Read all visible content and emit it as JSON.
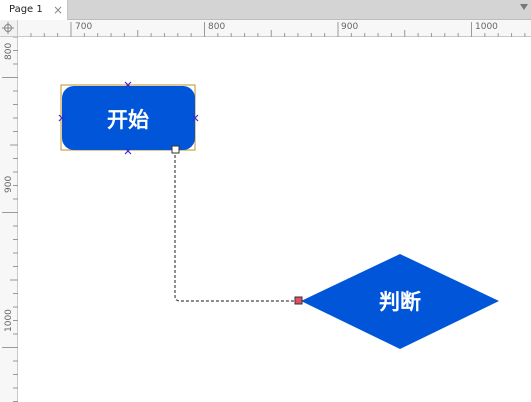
{
  "tab": {
    "label": "Page 1",
    "close_symbol": "×"
  },
  "ruler": {
    "top_labels": [
      "700",
      "800",
      "900",
      "1000"
    ],
    "left_labels": [
      "800",
      "900",
      "1000"
    ]
  },
  "shapes": {
    "start": {
      "label": "开始",
      "color": "#0055d9",
      "text_color": "#ffffff"
    },
    "decision": {
      "label": "判断",
      "color": "#0055d9",
      "text_color": "#ffffff"
    }
  },
  "connector": {
    "color": "#444444",
    "end_handle_color": "#e05060"
  }
}
